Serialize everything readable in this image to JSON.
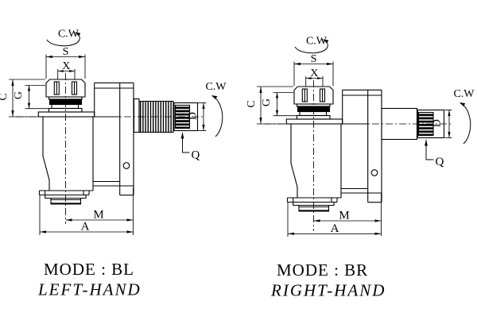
{
  "drawing": {
    "background": "#ffffff",
    "line_color": "#000000"
  },
  "figures": [
    {
      "id": "BL",
      "mode": "MODE : BL",
      "hand": "LEFT-HAND",
      "shaft_style": "threaded",
      "dims": {
        "cw_top": "C.W",
        "cw_side": "C.W",
        "s": "S",
        "x": "X",
        "c": "C",
        "g": "G",
        "d": "D",
        "q": "Q",
        "m": "M",
        "a": "A"
      }
    },
    {
      "id": "BR",
      "mode": "MODE : BR",
      "hand": "RIGHT-HAND",
      "shaft_style": "plain",
      "dims": {
        "cw_top": "C.W",
        "cw_side": "C.W",
        "s": "S",
        "x": "X",
        "c": "C",
        "g": "G",
        "d": "D",
        "q": "Q",
        "m": "M",
        "a": "A"
      }
    }
  ]
}
